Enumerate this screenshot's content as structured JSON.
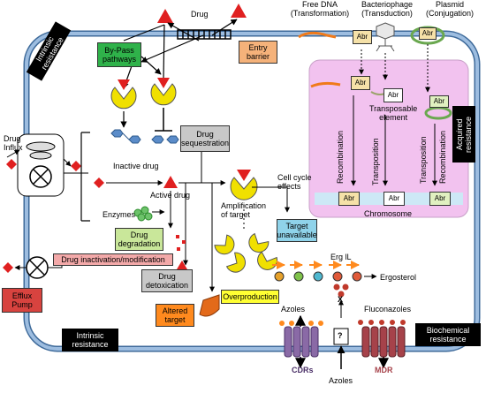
{
  "top": {
    "drug": "Drug",
    "free_dna": "Free DNA\n(Transformation)",
    "bacteriophage": "Bacteriophage\n(Transduction)",
    "plasmid": "Plasmid\n(Conjugation)",
    "ab_label": "Abr"
  },
  "boxes": {
    "bypass": "By-Pass\npathways",
    "entry_barrier": "Entry\nbarrier",
    "drug_sequestration": "Drug\nsequestration",
    "drug_degradation": "Drug\ndegradation",
    "drug_inactivation": "Drug inactivation/modification",
    "drug_detoxication": "Drug\ndetoxication",
    "target_unavailable": "Target\nunavailable",
    "overproduction": "Overproduction",
    "altered_target": "Altered\ntarget",
    "efflux_pump": "Efflux\nPump"
  },
  "tags": {
    "intrinsic_top": "Intrinsic\nresistance",
    "intrinsic_bottom": "Intrinsic\nresistance",
    "acquired": "Acquired\nresistance",
    "biochemical": "Biochemical\nresistance"
  },
  "labels": {
    "drug_influx": "Drug\nInflux",
    "inactive_drug": "Inactive drug",
    "active_drug": "Active drug",
    "enzymes": "Enzymes",
    "amplification": "Amplification\nof target",
    "cell_cycle": "Cell cycle\neffects",
    "recombination_1": "Recombination",
    "transposable": "Transposable\nelement",
    "transposition_1": "Transposition",
    "transposition_2": "Transposition",
    "recombination_2": "Recombination",
    "chromosome": "Chromosome",
    "erg11": "Erg lL",
    "ergosterol": "Ergosterol",
    "azoles_top": "Azoles",
    "fluconazoles": "Fluconazoles",
    "cdrs": "CDRs",
    "mdr": "MDR",
    "azoles_bottom": "Azoles",
    "question": "?",
    "x_mark": "X"
  },
  "colors": {
    "membrane": "#8fb1d6",
    "membrane_edge": "#3e6a9a",
    "acquired_bg": "#f2c2ef",
    "drug_red": "#e02020",
    "pacman_yellow": "#f0e000",
    "green_box": "#2fb24a",
    "orange_box": "#f5b27a",
    "grey_box": "#c8c8c8",
    "lightgreen_box": "#c9e79a",
    "pink_box": "#f3a9a9",
    "cyan_box": "#8fd3ea",
    "yellow_box": "#ffff33",
    "orange_dark": "#ff8a1e",
    "red_box": "#d8433f",
    "cdr_purple": "#8a6aa6",
    "mdr_red": "#a6424a"
  }
}
